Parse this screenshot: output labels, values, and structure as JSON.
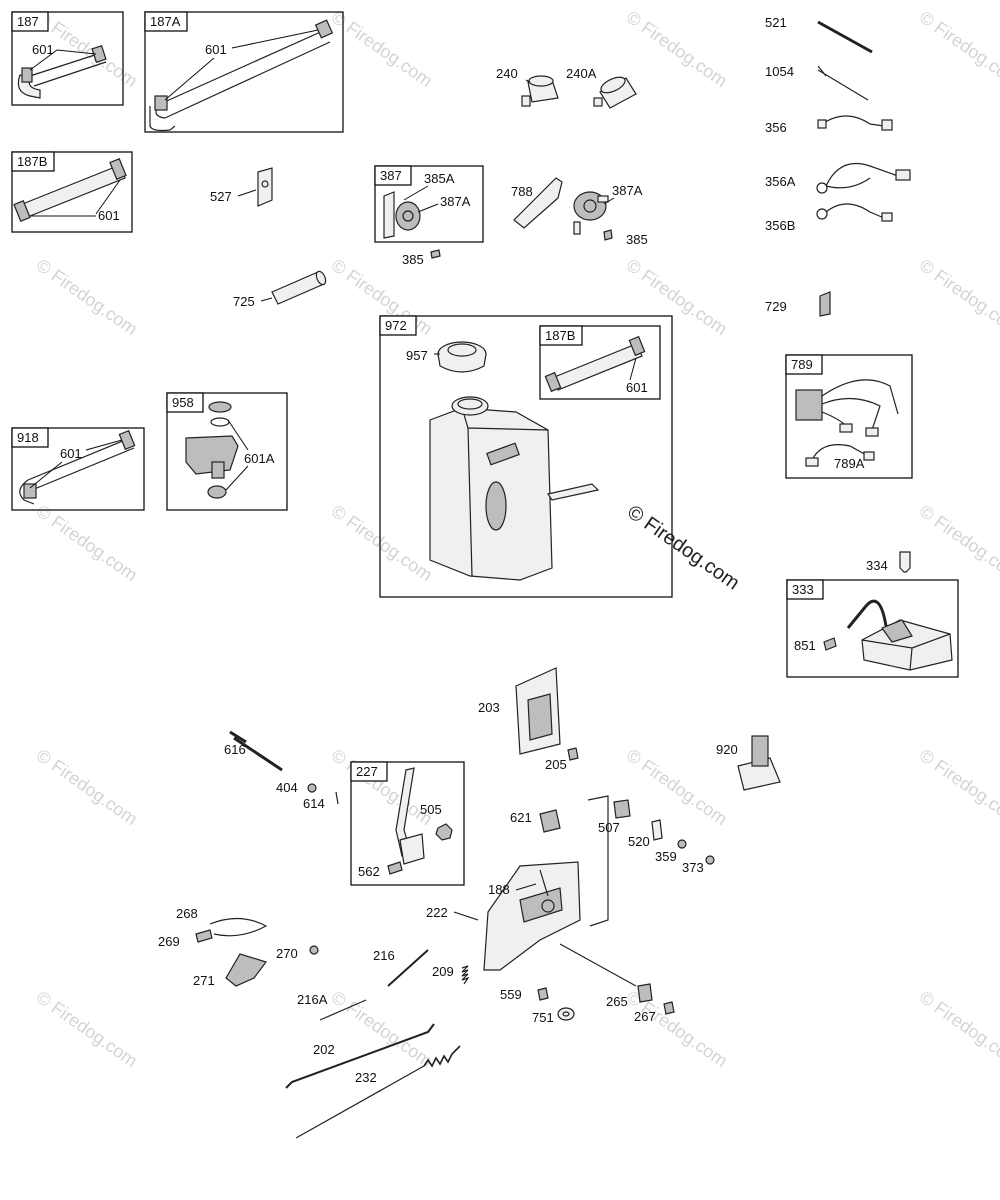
{
  "watermark": {
    "text": "© Firedog.com"
  },
  "callouts": {
    "p187": "187",
    "p187A": "187A",
    "p187B": "187B",
    "p527": "527",
    "p725": "725",
    "p918": "918",
    "p958": "958",
    "p601": "601",
    "p601A": "601A",
    "p240": "240",
    "p240A": "240A",
    "p387": "387",
    "p385A": "385A",
    "p387A": "387A",
    "p385": "385",
    "p788": "788",
    "p972": "972",
    "p957": "957",
    "p521": "521",
    "p1054": "1054",
    "p356": "356",
    "p356A": "356A",
    "p356B": "356B",
    "p729": "729",
    "p789": "789",
    "p789A": "789A",
    "p334": "334",
    "p333": "333",
    "p851": "851",
    "p616": "616",
    "p404": "404",
    "p614": "614",
    "p227": "227",
    "p505": "505",
    "p562": "562",
    "p203": "203",
    "p205": "205",
    "p920": "920",
    "p621": "621",
    "p507": "507",
    "p520": "520",
    "p359": "359",
    "p373": "373",
    "p188": "188",
    "p222": "222",
    "p268": "268",
    "p269": "269",
    "p270": "270",
    "p271": "271",
    "p216": "216",
    "p216A": "216A",
    "p209": "209",
    "p559": "559",
    "p751": "751",
    "p265": "265",
    "p267": "267",
    "p202": "202",
    "p232": "232"
  },
  "colors": {
    "line": "#222222",
    "watermark": "#d4d4d4",
    "background": "#ffffff"
  }
}
